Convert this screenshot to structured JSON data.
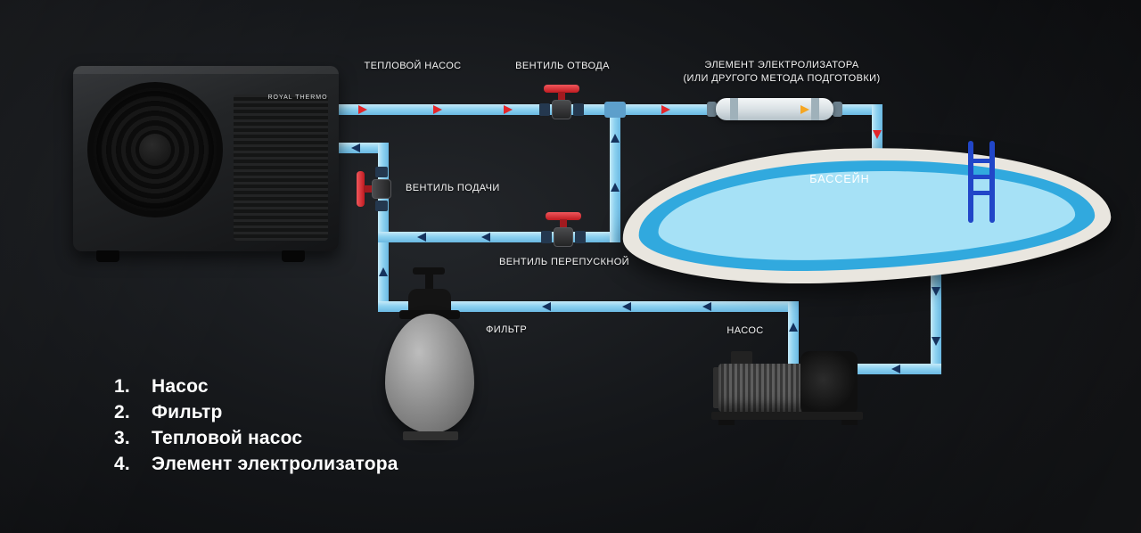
{
  "diagram": {
    "brand": "ROYAL THERMO",
    "labels": {
      "heat_pump": "ТЕПЛОВОЙ НАСОС",
      "outlet_valve": "ВЕНТИЛЬ ОТВОДА",
      "electrolyzer_line1": "ЭЛЕМЕНТ ЭЛЕКТРОЛИЗАТОРА",
      "electrolyzer_line2": "(ИЛИ ДРУГОГО МЕТОДА ПОДГОТОВКИ)",
      "supply_valve": "ВЕНТИЛЬ ПОДАЧИ",
      "bypass_valve": "ВЕНТИЛЬ ПЕРЕПУСКНОЙ",
      "pool": "БАССЕЙН",
      "filter": "ФИЛЬТР",
      "pump": "НАСОС"
    },
    "legend": {
      "items": [
        {
          "num": "1.",
          "label": "Насос"
        },
        {
          "num": "2.",
          "label": "Фильтр"
        },
        {
          "num": "3.",
          "label": "Тепловой насос"
        },
        {
          "num": "4.",
          "label": "Элемент электролизатора"
        }
      ]
    },
    "colors": {
      "background": "#0B0D10",
      "pipe": "#8ED2F0",
      "arrow_hot": "#E3262A",
      "arrow_return": "#15325D",
      "arrow_electrolyzer": "#F5A623",
      "pool_water": "#31A9DE",
      "pool_floor": "#A6E1F6",
      "valve_handle": "#C01A20"
    }
  }
}
